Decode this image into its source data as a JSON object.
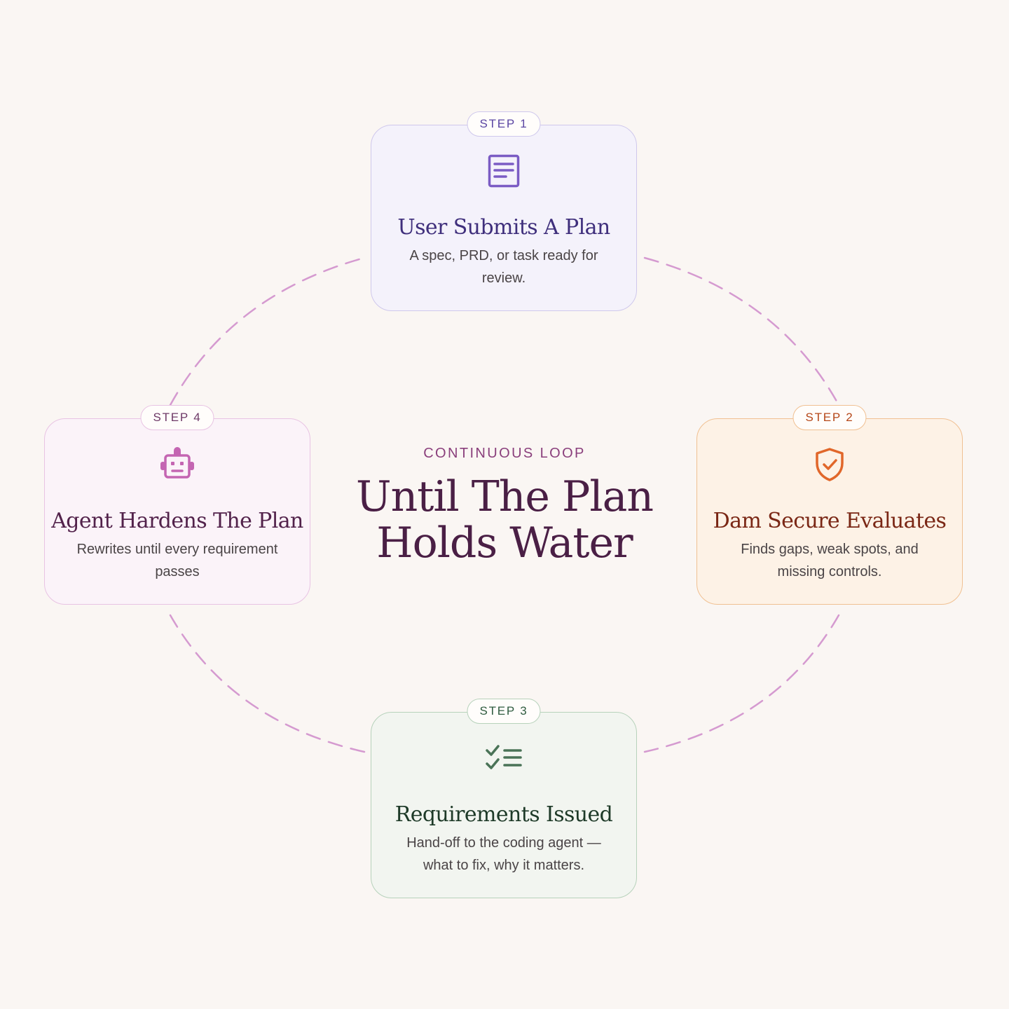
{
  "center": {
    "eyebrow": "CONTINUOUS LOOP",
    "title_line1": "Until The Plan",
    "title_line2": "Holds Water"
  },
  "steps": [
    {
      "badge": "STEP 1",
      "icon": "document-icon",
      "title": "User Submits A Plan",
      "description": "A spec, PRD, or task ready for review."
    },
    {
      "badge": "STEP 2",
      "icon": "shield-check-icon",
      "title": "Dam Secure Evaluates",
      "description": "Finds gaps, weak spots, and missing controls."
    },
    {
      "badge": "STEP 3",
      "icon": "checklist-icon",
      "title": "Requirements Issued",
      "description": "Hand-off to the coding agent — what to fix, why it matters."
    },
    {
      "badge": "STEP 4",
      "icon": "robot-icon",
      "title": "Agent Hardens The Plan",
      "description": "Rewrites until every requirement passes"
    }
  ],
  "colors": {
    "background": "#faf6f3",
    "loop_dash": "#d59ad0",
    "step1_accent": "#7b5cc4",
    "step2_accent": "#e1672a",
    "step3_accent": "#4a7357",
    "step4_accent": "#c465b2",
    "center_title": "#4a1f45"
  }
}
